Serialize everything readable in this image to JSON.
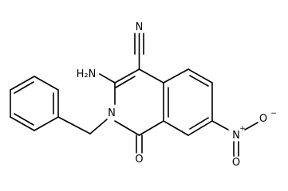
{
  "molecule": {
    "atoms": {
      "nitrile_n": "N",
      "amino_h2n": "H₂N",
      "ring_n": "N",
      "carbonyl_o": "O",
      "nitro_n": "N",
      "nitro_n_charge": "+",
      "nitro_o_upper": "O",
      "nitro_o_upper_charge": "−",
      "nitro_o_lower": "O"
    }
  }
}
